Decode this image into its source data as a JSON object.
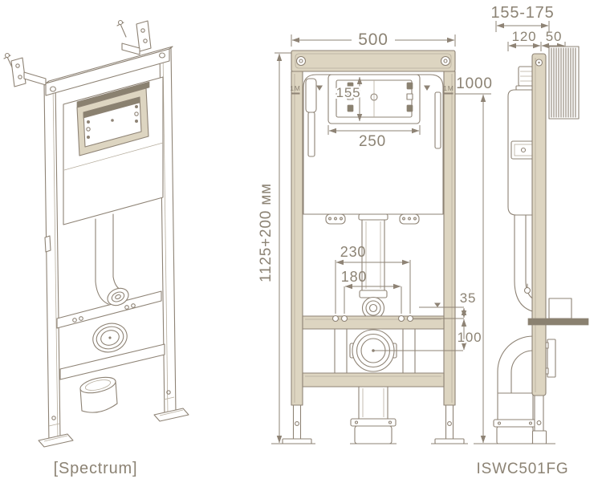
{
  "drawing": {
    "brand_caption": "[Spectrum]",
    "model_caption": "ISWC501FG"
  },
  "front_view": {
    "dim_frame_width": "500",
    "dim_window_height": "155",
    "dim_window_width": "250",
    "dim_overall_height": "1125+200 мм",
    "dim_meter_level": "1000",
    "meter_mark_left": "1M",
    "meter_mark_right": "1M",
    "dim_stud_spacing_outer": "230",
    "dim_stud_spacing_inner": "180",
    "dim_crossbar_offset": "35",
    "dim_drain_offset": "100"
  },
  "side_view": {
    "dim_depth_range": "155-175",
    "dim_frame_depth": "120",
    "dim_plate_depth": "50"
  },
  "colors": {
    "background": "#ffffff",
    "line": "#8e8375",
    "line_light": "#b6ad9d",
    "fill_tan": "#ddd5c1",
    "fill_dark": "#8a8170",
    "text": "#8c8374"
  }
}
